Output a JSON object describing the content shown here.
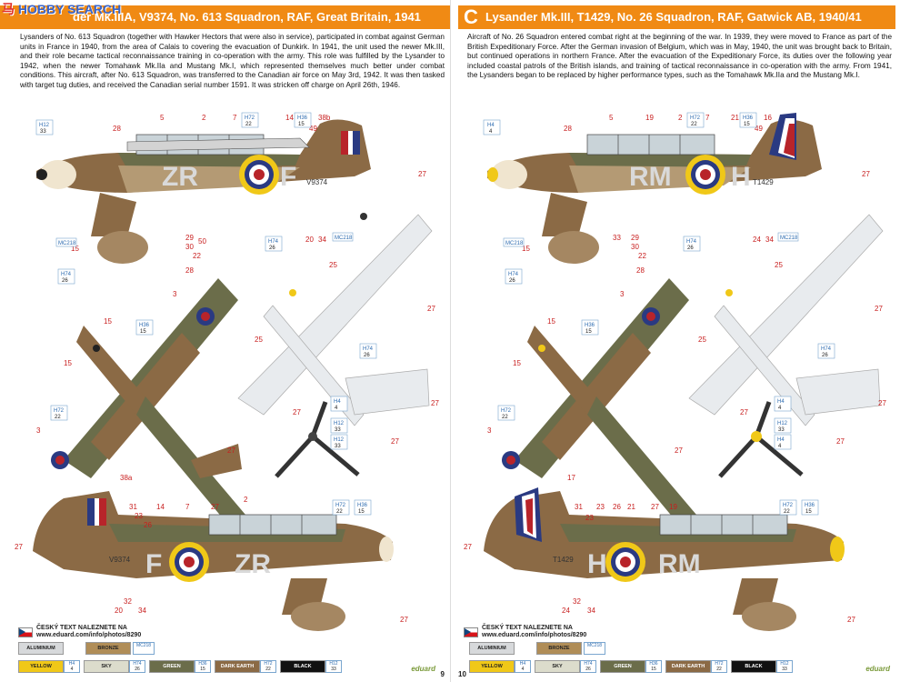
{
  "watermark": {
    "cn": "马",
    "text": "HOBBY SEARCH"
  },
  "pages": {
    "left": {
      "title": "der Mk.IIIA, V9374, No. 613 Squadron, RAF, Great Britain, 1941",
      "intro": "Lysanders of No. 613 Squadron (together with Hawker Hectors that were also in service), participated in combat against German units in France in 1940, from the area of Calais to covering the evacuation of Dunkirk. In 1941, the unit used the newer Mk.III, and their role became tactical reconnaissance training in co-operation with the army. This role was fulfilled by the Lysander to 1942, when the newer Tomahawk Mk.IIa and Mustang Mk.I, which represented themselves much better under combat conditions. This aircraft, after No. 613 Squadron, was transferred to the Canadian air force on May 3rd, 1942. It was then tasked with target tug duties, and received the Canadian serial number 1591. It was stricken off charge on April 26th, 1946.",
      "side_code_left": "ZR",
      "side_code_right": "F",
      "serial": "V9374",
      "page_number": "9"
    },
    "right": {
      "letter": "C",
      "title": "Lysander Mk.III, T1429, No. 26 Squadron, RAF, Gatwick AB, 1940/41",
      "intro": "Aircraft of No. 26 Squadron entered combat right at the beginning of the war. In 1939, they were moved to France as part of the British Expeditionary Force. After the German invasion of Belgium, which was in May, 1940, the unit was brought back to Britain, but continued operations in northern France. After the evacuation of the Expeditionary Force, its duties over the following year included coastal patrols of the British islands, and training of tactical reconnaissance in co-operation with the army. From 1941, the Lysanders began to be replaced by higher performance types, such as the Tomahawk Mk.IIa and the Mustang Mk.I.",
      "side_code_left": "RM",
      "side_code_right": "H",
      "serial": "T1429",
      "page_number": "10"
    }
  },
  "footer": {
    "cz_line1": "ČESKÝ TEXT NALEZNETE NA",
    "cz_line2": "www.eduard.com/info/photos/8290",
    "brand": "eduard"
  },
  "swatches": {
    "aluminium": "ALUMINIUM",
    "bronze": "BRONZE",
    "yellow": "YELLOW",
    "sky": "SKY",
    "green": "GREEN",
    "dark_earth": "DARK EARTH",
    "black": "BLACK",
    "mc218": "MC218",
    "h4": "H4",
    "h4n": "4",
    "h74": "H74",
    "h74n": "26",
    "h36": "H36",
    "h36n": "15",
    "h72": "H72",
    "h72n": "22",
    "h12": "H12",
    "h12n": "33"
  },
  "colors": {
    "header": "#f08a14",
    "callout": "#c81e1e",
    "dark_earth": "#8b6a45",
    "green": "#6b6d4a",
    "sky": "#dcdccc",
    "yellow": "#f0c818",
    "roundel_blue": "#2a3a82",
    "roundel_red": "#b8242a",
    "aluminium": "#d7d9db"
  },
  "callouts": {
    "n2": "2",
    "n3": "3",
    "n5": "5",
    "n7": "7",
    "n14": "14",
    "n15": "15",
    "n16": "16",
    "n17": "17",
    "n19": "19",
    "n20": "20",
    "n21": "21",
    "n22": "22",
    "n23": "23",
    "n24": "24",
    "n25": "25",
    "n26": "26",
    "n27": "27",
    "n28": "28",
    "n29": "29",
    "n30": "30",
    "n31": "31",
    "n32": "32",
    "n33": "33",
    "n34": "34",
    "n38a": "38a",
    "n38b": "38b",
    "n49": "49",
    "n50": "50"
  }
}
